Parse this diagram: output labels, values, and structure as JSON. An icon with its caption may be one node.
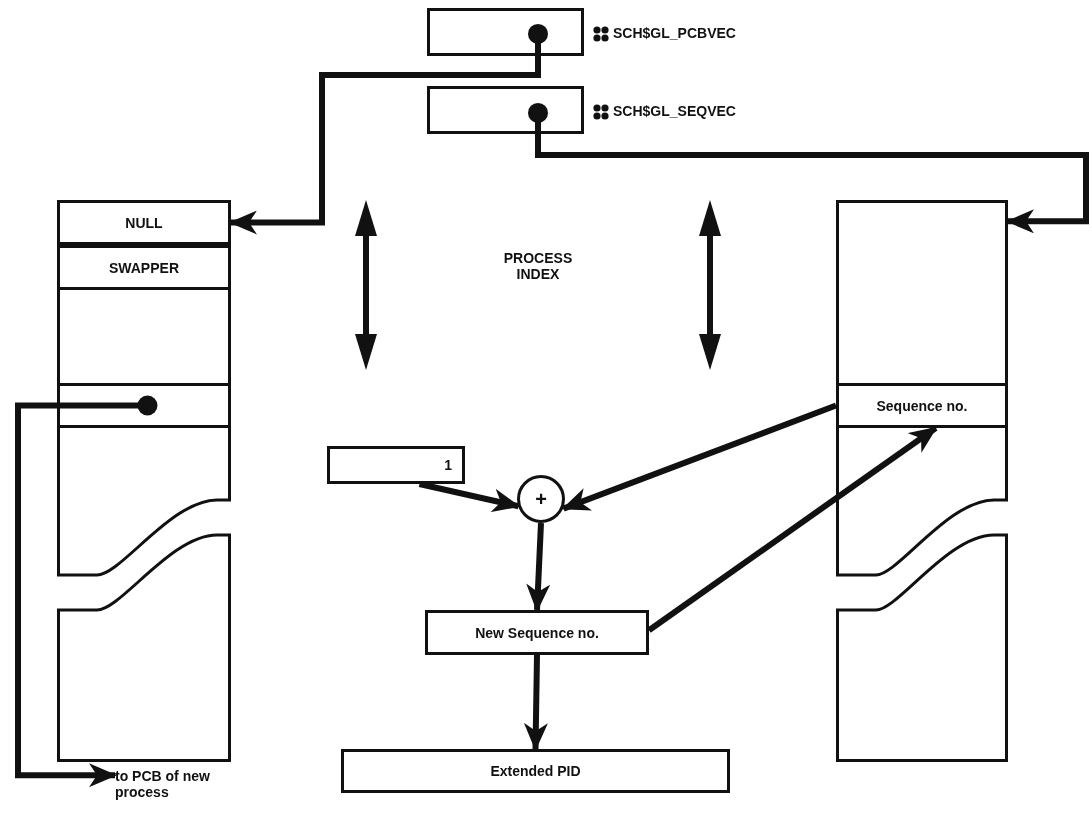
{
  "diagram": {
    "nodes": [
      {
        "text": [],
        "shape": "box",
        "beside": [
          "SCH$GL_PCBVEC"
        ]
      },
      {
        "text": [],
        "shape": "box",
        "beside": [
          "SCH$GL_SEQVEC"
        ]
      },
      {
        "text": [],
        "shape": "box"
      },
      {
        "text": [
          "NULL"
        ],
        "in": 2
      },
      {
        "text": [
          "SWAPPER"
        ],
        "in": 2
      },
      {
        "text": [],
        "shape": "box",
        "in": 2
      },
      {
        "text": [],
        "shape": "box"
      },
      {
        "text": [
          "Sequence no."
        ],
        "in": 6
      },
      {
        "text": [
          "1"
        ]
      },
      {
        "text": [
          "+"
        ]
      },
      {
        "text": [
          "New Sequence no."
        ]
      },
      {
        "text": [
          "Extended PID"
        ]
      },
      {
        "text": [
          "to PCB of new process"
        ]
      }
    ],
    "edges": [
      {
        "from": 0,
        "to": 3,
        "arrow": "to"
      },
      {
        "from": 1,
        "to": 6,
        "arrow": "to"
      },
      {
        "from": 5,
        "to": 12,
        "arrow": "to"
      },
      {
        "from": 7,
        "to": 9,
        "arrow": "to"
      },
      {
        "from": 8,
        "to": 9,
        "arrow": "to"
      },
      {
        "from": 9,
        "to": 10,
        "arrow": "to"
      },
      {
        "from": 10,
        "to": 7,
        "arrow": "to"
      },
      {
        "from": 10,
        "to": 11,
        "arrow": "to"
      }
    ],
    "labels": [
      "PROCESS INDEX"
    ]
  }
}
